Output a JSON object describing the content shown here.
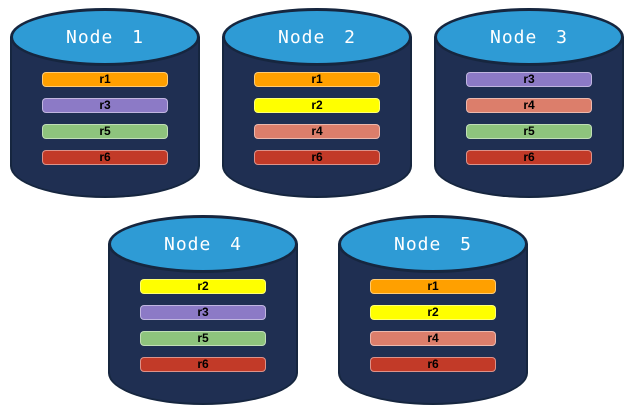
{
  "diagram": {
    "description_type": "database-replication-diagram",
    "palette": {
      "cylinder_body": "#1F2F52",
      "cylinder_outline": "#16263F",
      "cylinder_top": "#2E9BD5",
      "node_label_color": "#FFFFFF",
      "replica_label_color": "#000000"
    },
    "nodes": [
      {
        "name": "Node 1",
        "replicas": [
          {
            "label": "r1",
            "color": "#FFA000"
          },
          {
            "label": "r3",
            "color": "#8C7AC6"
          },
          {
            "label": "r5",
            "color": "#8EC47D"
          },
          {
            "label": "r6",
            "color": "#C23A28"
          }
        ]
      },
      {
        "name": "Node 2",
        "replicas": [
          {
            "label": "r1",
            "color": "#FFA000"
          },
          {
            "label": "r2",
            "color": "#FFFF00"
          },
          {
            "label": "r4",
            "color": "#DC7E6B"
          },
          {
            "label": "r6",
            "color": "#C23A28"
          }
        ]
      },
      {
        "name": "Node 3",
        "replicas": [
          {
            "label": "r3",
            "color": "#8C7AC6"
          },
          {
            "label": "r4",
            "color": "#DC7E6B"
          },
          {
            "label": "r5",
            "color": "#8EC47D"
          },
          {
            "label": "r6",
            "color": "#C23A28"
          }
        ]
      },
      {
        "name": "Node 4",
        "replicas": [
          {
            "label": "r2",
            "color": "#FFFF00"
          },
          {
            "label": "r3",
            "color": "#8C7AC6"
          },
          {
            "label": "r5",
            "color": "#8EC47D"
          },
          {
            "label": "r6",
            "color": "#C23A28"
          }
        ]
      },
      {
        "name": "Node 5",
        "replicas": [
          {
            "label": "r1",
            "color": "#FFA000"
          },
          {
            "label": "r2",
            "color": "#FFFF00"
          },
          {
            "label": "r4",
            "color": "#DC7E6B"
          },
          {
            "label": "r6",
            "color": "#C23A28"
          }
        ]
      }
    ]
  }
}
